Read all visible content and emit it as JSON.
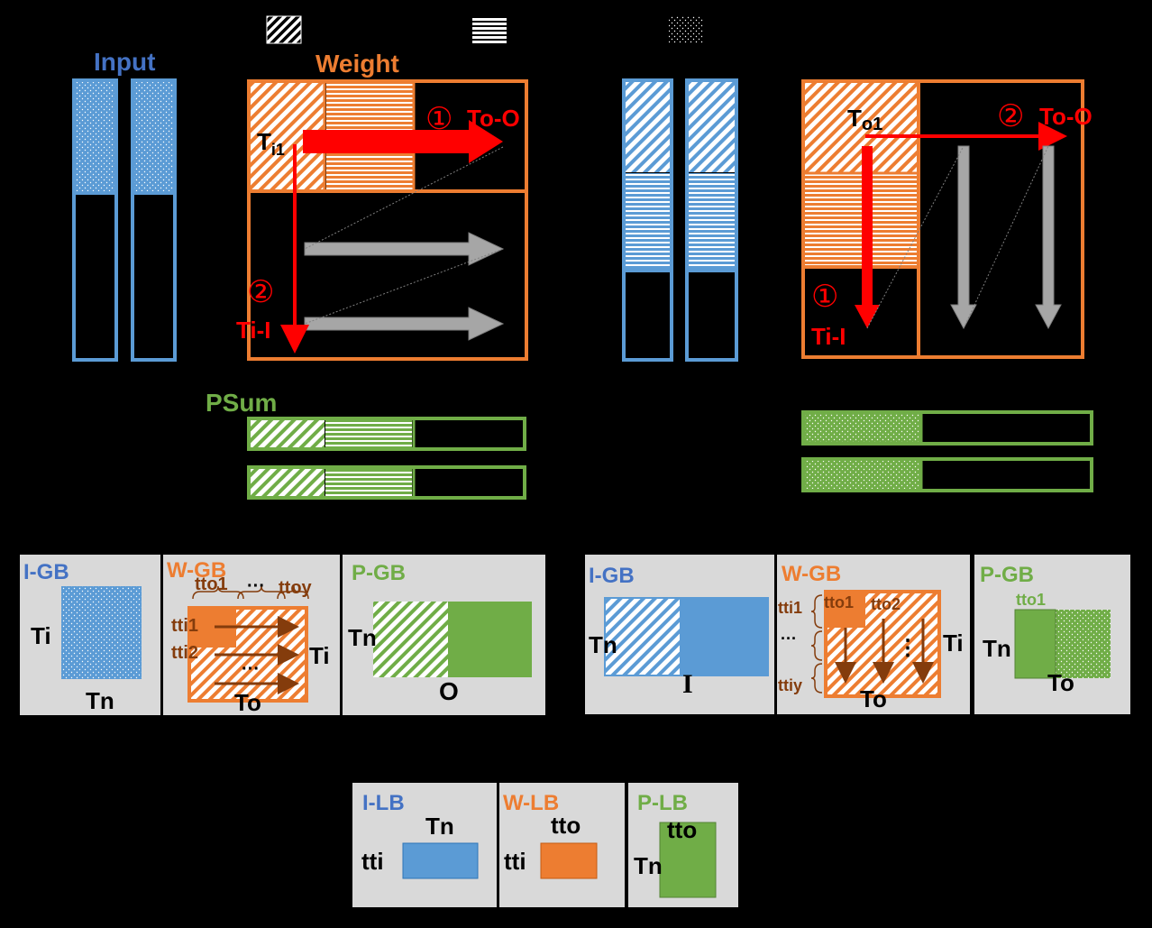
{
  "legend": [
    {
      "pattern": "diagonal-hatch"
    },
    {
      "pattern": "horizontal-lines"
    },
    {
      "pattern": "dots"
    }
  ],
  "left": {
    "input_label": "Input",
    "weight_label": "Weight",
    "psum_label": "PSum",
    "ti1_main": "T",
    "ti1_sub": "i1",
    "step1_marker": "①",
    "step1_text": "To-O",
    "step2_marker": "②",
    "step2_text": "Ti-I"
  },
  "right": {
    "to1_main": "T",
    "to1_sub": "o1",
    "step1_marker": "①",
    "step1_text": "Ti-I",
    "step2_marker": "②",
    "step2_text": "To-O"
  },
  "gb_left": {
    "igb": {
      "title": "I-GB",
      "side": "Ti",
      "bottom": "Tn"
    },
    "wgb": {
      "title": "W-GB",
      "tto1": "tto1",
      "ellipsis": "···",
      "ttoy": "ttoy",
      "tti1": "tti1",
      "tti2": "tti2",
      "dots": "···",
      "side": "Ti",
      "bottom": "To"
    },
    "pgb": {
      "title": "P-GB",
      "side": "Tn",
      "bottom": "O"
    }
  },
  "gb_right": {
    "igb": {
      "title": "I-GB",
      "side": "Tn",
      "bottom": "I"
    },
    "wgb": {
      "title": "W-GB",
      "tti1": "tti1",
      "ellipsis": "···",
      "ttiy": "ttiy",
      "tto1": "tto1",
      "tto2": "tto2",
      "vdots": "⋮",
      "side": "Ti",
      "bottom": "To"
    },
    "pgb": {
      "title": "P-GB",
      "tto1": "tto1",
      "side": "Tn",
      "bottom": "To"
    }
  },
  "lb": {
    "ilb": {
      "title": "I-LB",
      "top": "Tn",
      "side": "tti"
    },
    "wlb": {
      "title": "W-LB",
      "top": "tto",
      "side": "tti"
    },
    "plb": {
      "title": "P-LB",
      "top": "tto",
      "side": "Tn"
    }
  },
  "colors": {
    "blue": "#5B9BD5",
    "blue_text": "#4472C4",
    "orange": "#ED7D31",
    "green": "#70AD47",
    "red": "#FF0000",
    "gray": "#A6A6A6",
    "panel": "#D9D9D9",
    "brown": "#843C0C"
  }
}
